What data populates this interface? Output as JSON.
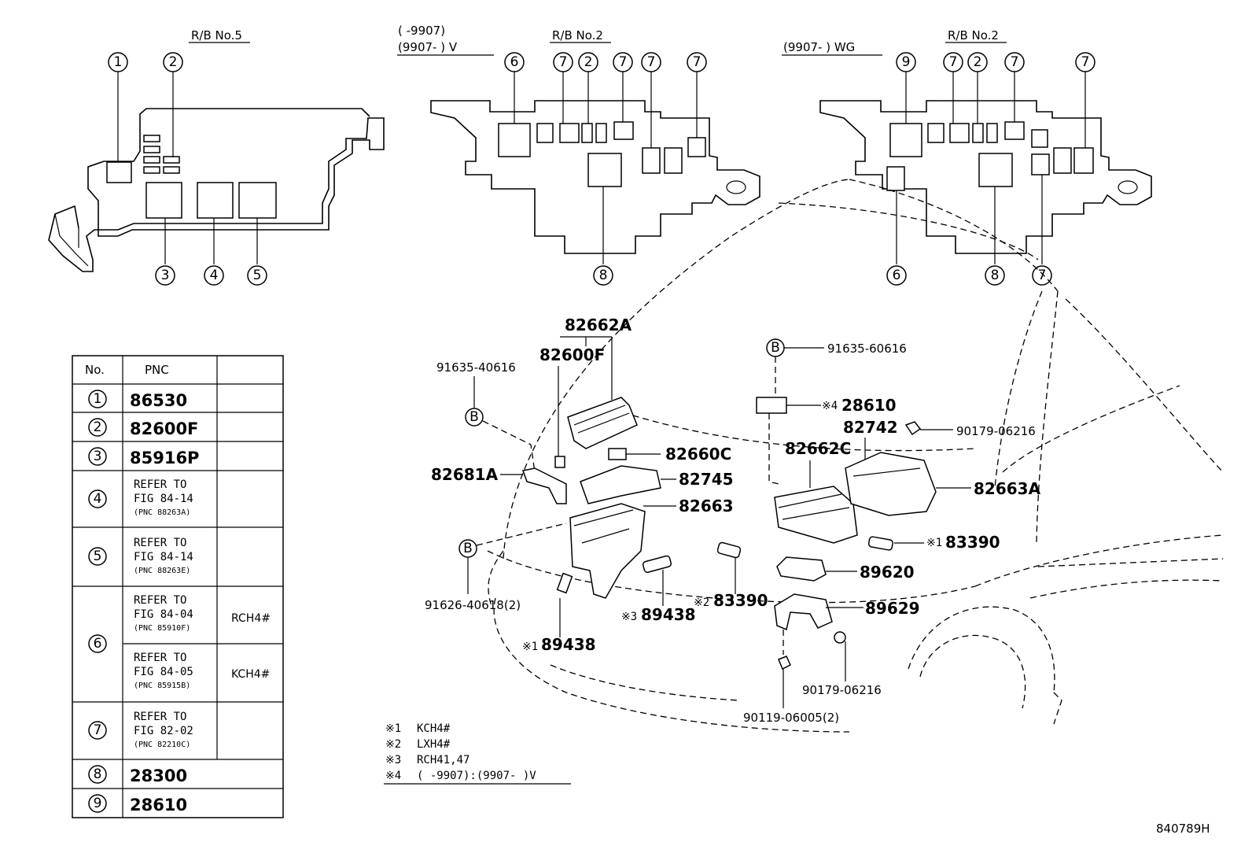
{
  "diagram_code": "840789H",
  "header_left": {
    "rb_label": "R/B No.5"
  },
  "header_mid": {
    "rb_label": "R/B No.2",
    "range1": "(      -9907)",
    "range2": "(9907-      )  V"
  },
  "header_right": {
    "rb_label": "R/B No.2",
    "range": "(9907-      )  WG"
  },
  "callouts_left": [
    "1",
    "2",
    "3",
    "4",
    "5"
  ],
  "callouts_mid_top": [
    "6",
    "7",
    "2",
    "7",
    "7",
    "7"
  ],
  "callouts_mid_bottom": [
    "8"
  ],
  "callouts_right_top": [
    "9",
    "7",
    "2",
    "7",
    "7"
  ],
  "callouts_right_bottom": [
    "6",
    "8",
    "7"
  ],
  "table": {
    "col_no": "No.",
    "col_pnc": "PNC",
    "rows": [
      {
        "no": "1",
        "pnc": "86530"
      },
      {
        "no": "2",
        "pnc": "82600F"
      },
      {
        "no": "3",
        "pnc": "85916P"
      },
      {
        "no": "4",
        "ref1": "REFER TO",
        "ref2": "FIG 84-14",
        "ref3": "(PNC 88263A)"
      },
      {
        "no": "5",
        "ref1": "REFER TO",
        "ref2": "FIG 84-14",
        "ref3": "(PNC 88263E)"
      },
      {
        "no": "6",
        "ref1": "REFER TO",
        "ref2": "FIG 84-04",
        "ref3": "(PNC 85910F)",
        "code": "RCH4#",
        "ref1b": "REFER TO",
        "ref2b": "FIG 84-05",
        "ref3b": "(PNC 85915B)",
        "codeb": "KCH4#"
      },
      {
        "no": "7",
        "ref1": "REFER TO",
        "ref2": "FIG 82-02",
        "ref3": "(PNC 82210C)"
      },
      {
        "no": "8",
        "pnc": "28300"
      },
      {
        "no": "9",
        "pnc": "28610"
      }
    ]
  },
  "parts": {
    "p82662A": "82662A",
    "p82600F": "82600F",
    "p91635_40616": "91635-40616",
    "p91635_60616": "91635-60616",
    "p28610": "28610",
    "p28610_mark": "※4",
    "p82742": "82742",
    "p90179_06216_top": "90179-06216",
    "p82660C": "82660C",
    "p82681A": "82681A",
    "p82745": "82745",
    "p82662C": "82662C",
    "p82663A": "82663A",
    "p82663": "82663",
    "p83390_r": "83390",
    "p83390_r_mark": "※1",
    "p89620": "89620",
    "p91626": "91626-40618(2)",
    "p89438_c": "89438",
    "p89438_c_mark": "※3",
    "p83390_c": "83390",
    "p83390_c_mark": "※2",
    "p89629": "89629",
    "p89438_l": "89438",
    "p89438_l_mark": "※1",
    "p90179_06216_bot": "90179-06216",
    "p90119": "90119-06005(2)",
    "b_marker": "B"
  },
  "notes": [
    {
      "mark": "※1",
      "text": "KCH4#"
    },
    {
      "mark": "※2",
      "text": "LXH4#"
    },
    {
      "mark": "※3",
      "text": "RCH41,47"
    },
    {
      "mark": "※4",
      "text": "(      -9907):(9907-      )V"
    }
  ]
}
